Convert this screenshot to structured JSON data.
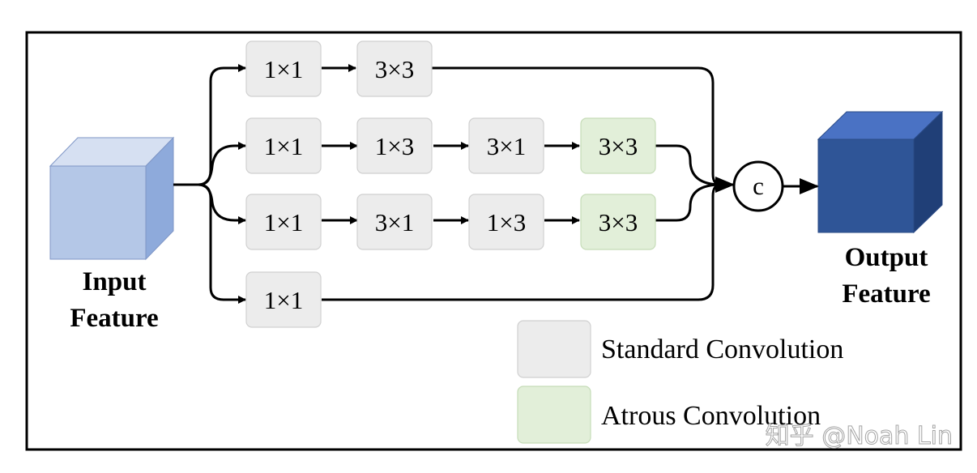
{
  "input": {
    "line1": "Input",
    "line2": "Feature"
  },
  "output": {
    "line1": "Output",
    "line2": "Feature"
  },
  "concat_label": "c",
  "rows": [
    {
      "blocks": [
        {
          "label": "1×1",
          "kind": "standard"
        },
        {
          "label": "3×3",
          "kind": "standard"
        }
      ]
    },
    {
      "blocks": [
        {
          "label": "1×1",
          "kind": "standard"
        },
        {
          "label": "1×3",
          "kind": "standard"
        },
        {
          "label": "3×1",
          "kind": "standard"
        },
        {
          "label": "3×3",
          "kind": "atrous"
        }
      ]
    },
    {
      "blocks": [
        {
          "label": "1×1",
          "kind": "standard"
        },
        {
          "label": "3×1",
          "kind": "standard"
        },
        {
          "label": "1×3",
          "kind": "standard"
        },
        {
          "label": "3×3",
          "kind": "atrous"
        }
      ]
    },
    {
      "blocks": [
        {
          "label": "1×1",
          "kind": "standard"
        }
      ]
    }
  ],
  "legend": {
    "standard": "Standard Convolution",
    "atrous": "Atrous Convolution"
  },
  "watermark": "知乎 @Noah Lin",
  "colors": {
    "standard_fill": "#ececec",
    "atrous_fill": "#e2efd9",
    "input_cube_front": "#b4c7e7",
    "output_cube_front": "#2f5597"
  }
}
